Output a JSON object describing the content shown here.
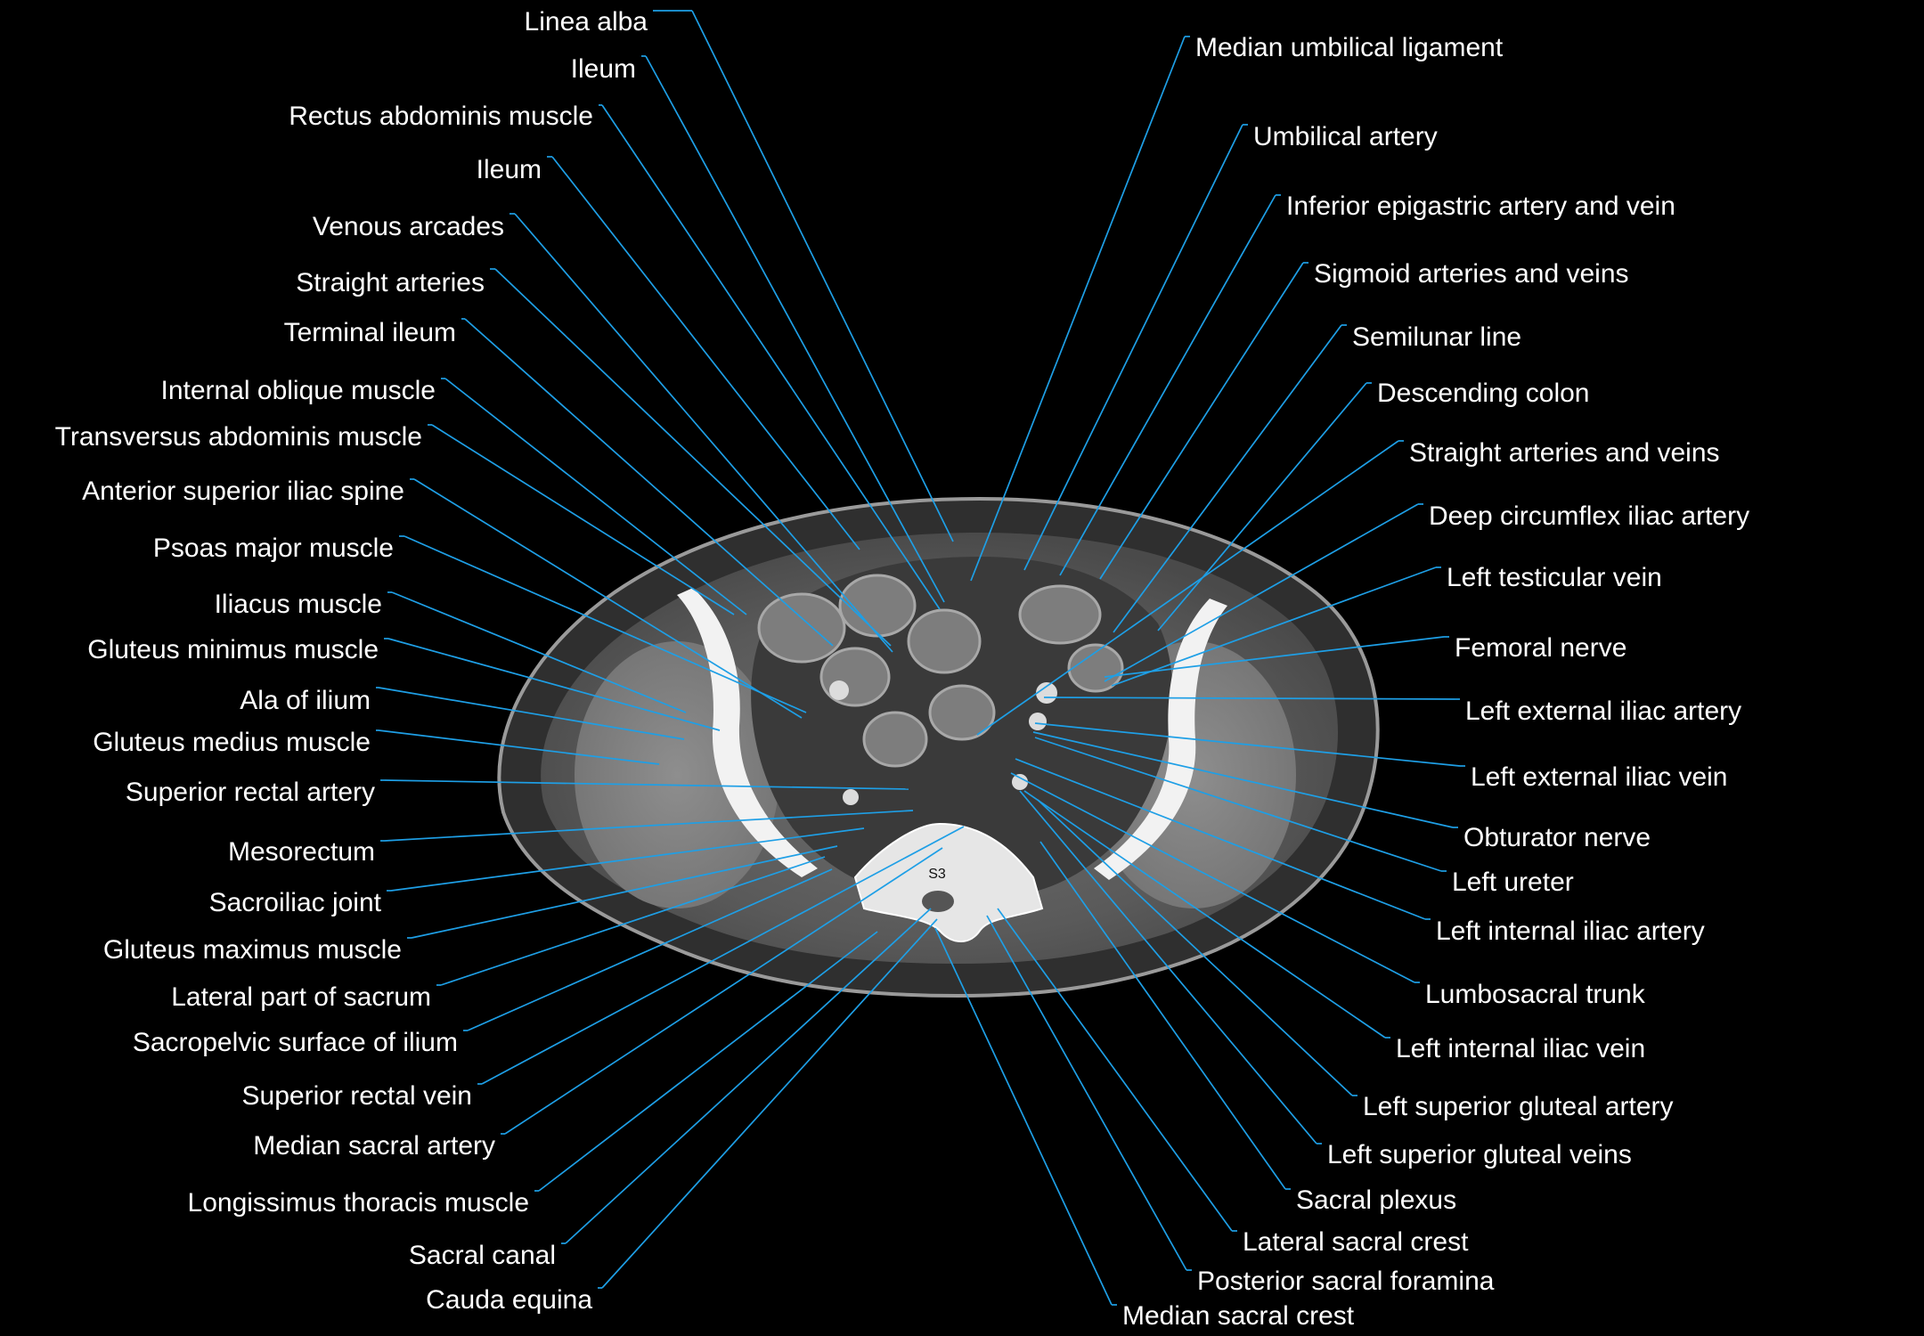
{
  "image": {
    "vertebra_label": "S3"
  },
  "labels_left": [
    "Linea alba",
    "Ileum",
    "Rectus abdominis muscle",
    "Ileum",
    "Venous arcades",
    "Straight  arteries",
    "Terminal ileum",
    "Internal oblique muscle",
    "Transversus abdominis muscle",
    "Anterior superior iliac spine",
    "Psoas major muscle",
    "Iliacus muscle",
    "Gluteus minimus muscle",
    "Ala of ilium",
    "Gluteus medius muscle",
    "Superior rectal artery",
    "Mesorectum",
    "Sacroiliac joint",
    "Gluteus maximus muscle",
    "Lateral part of sacrum",
    "Sacropelvic surface of ilium",
    "Superior rectal vein",
    "Median sacral artery",
    "Longissimus thoracis muscle",
    "Sacral canal",
    "Cauda equina"
  ],
  "labels_right": [
    "Median umbilical ligament",
    "Umbilical artery",
    "Inferior epigastric artery and vein",
    "Sigmoid  arteries and veins",
    "Semilunar line",
    "Descending colon",
    "Straight  arteries and veins",
    "Deep circumflex iliac artery",
    "Left testicular vein",
    "Femoral nerve",
    "Left external iliac artery",
    "Left external iliac vein",
    "Obturator nerve",
    "Left ureter",
    "Left internal iliac artery",
    "Lumbosacral trunk",
    "Left internal iliac vein",
    "Left superior gluteal artery",
    "Left superior gluteal veins",
    "Sacral plexus",
    "Lateral sacral crest",
    "Posterior sacral foramina",
    "Median sacral crest"
  ],
  "colors": {
    "background": "#000000",
    "leader_line": "#1e9fe6",
    "label_text": "#ffffff"
  }
}
